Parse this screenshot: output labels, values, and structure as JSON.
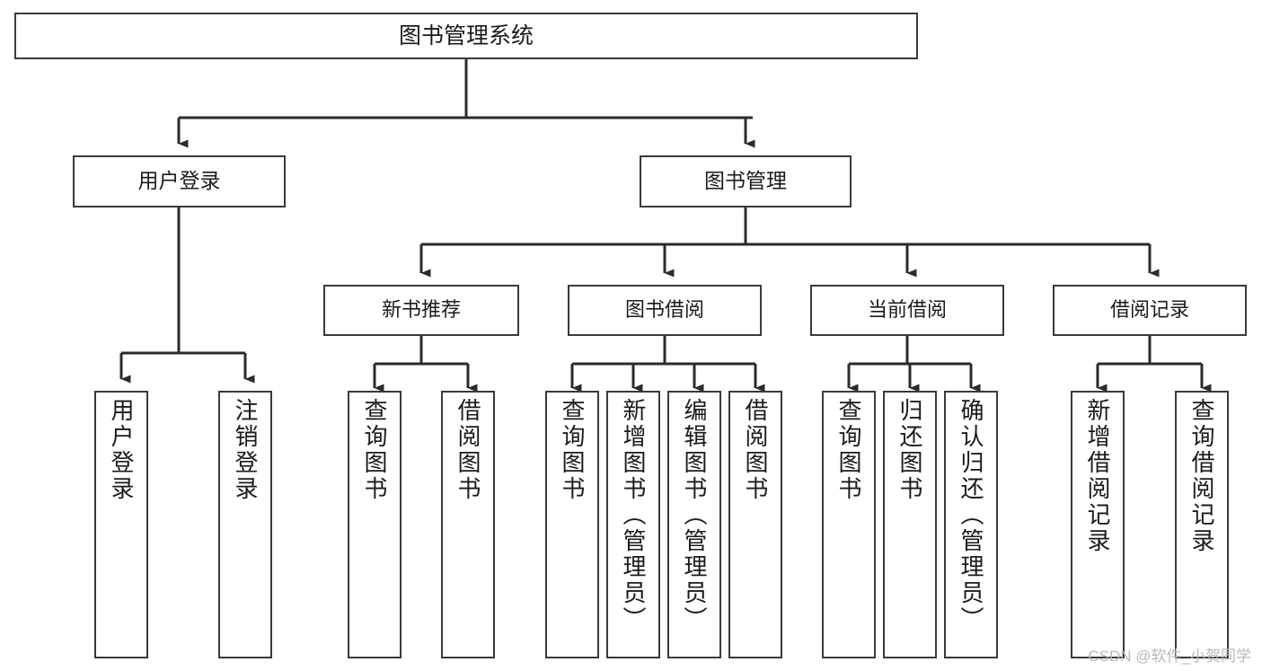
{
  "diagram": {
    "title": "图书管理系统",
    "type": "tree",
    "watermark": "CSDN @软件_小贺同学",
    "colors": {
      "box_border": "#3a3a3a",
      "box_fill": "#ffffff",
      "connector": "#2b2b2b",
      "text": "#1b1b1b",
      "watermark": "#b9b9b9",
      "background": "#ffffff"
    },
    "root": {
      "label": "图书管理系统"
    },
    "level1": [
      {
        "label": "用户登录"
      },
      {
        "label": "图书管理"
      }
    ],
    "level2": [
      {
        "label": "新书推荐"
      },
      {
        "label": "图书借阅"
      },
      {
        "label": "当前借阅"
      },
      {
        "label": "借阅记录"
      }
    ],
    "leaves": {
      "user_login": [
        {
          "label": "用户登录"
        },
        {
          "label": "注销登录"
        }
      ],
      "new_book_recommend": [
        {
          "label": "查询图书"
        },
        {
          "label": "借阅图书"
        }
      ],
      "book_borrow": [
        {
          "label": "查询图书"
        },
        {
          "label": "新增图书（管理员）"
        },
        {
          "label": "编辑图书（管理员）"
        },
        {
          "label": "借阅图书"
        }
      ],
      "current_borrow": [
        {
          "label": "查询图书"
        },
        {
          "label": "归还图书"
        },
        {
          "label": "确认归还（管理员）"
        }
      ],
      "borrow_record": [
        {
          "label": "新增借阅记录"
        },
        {
          "label": "查询借阅记录"
        }
      ]
    }
  }
}
